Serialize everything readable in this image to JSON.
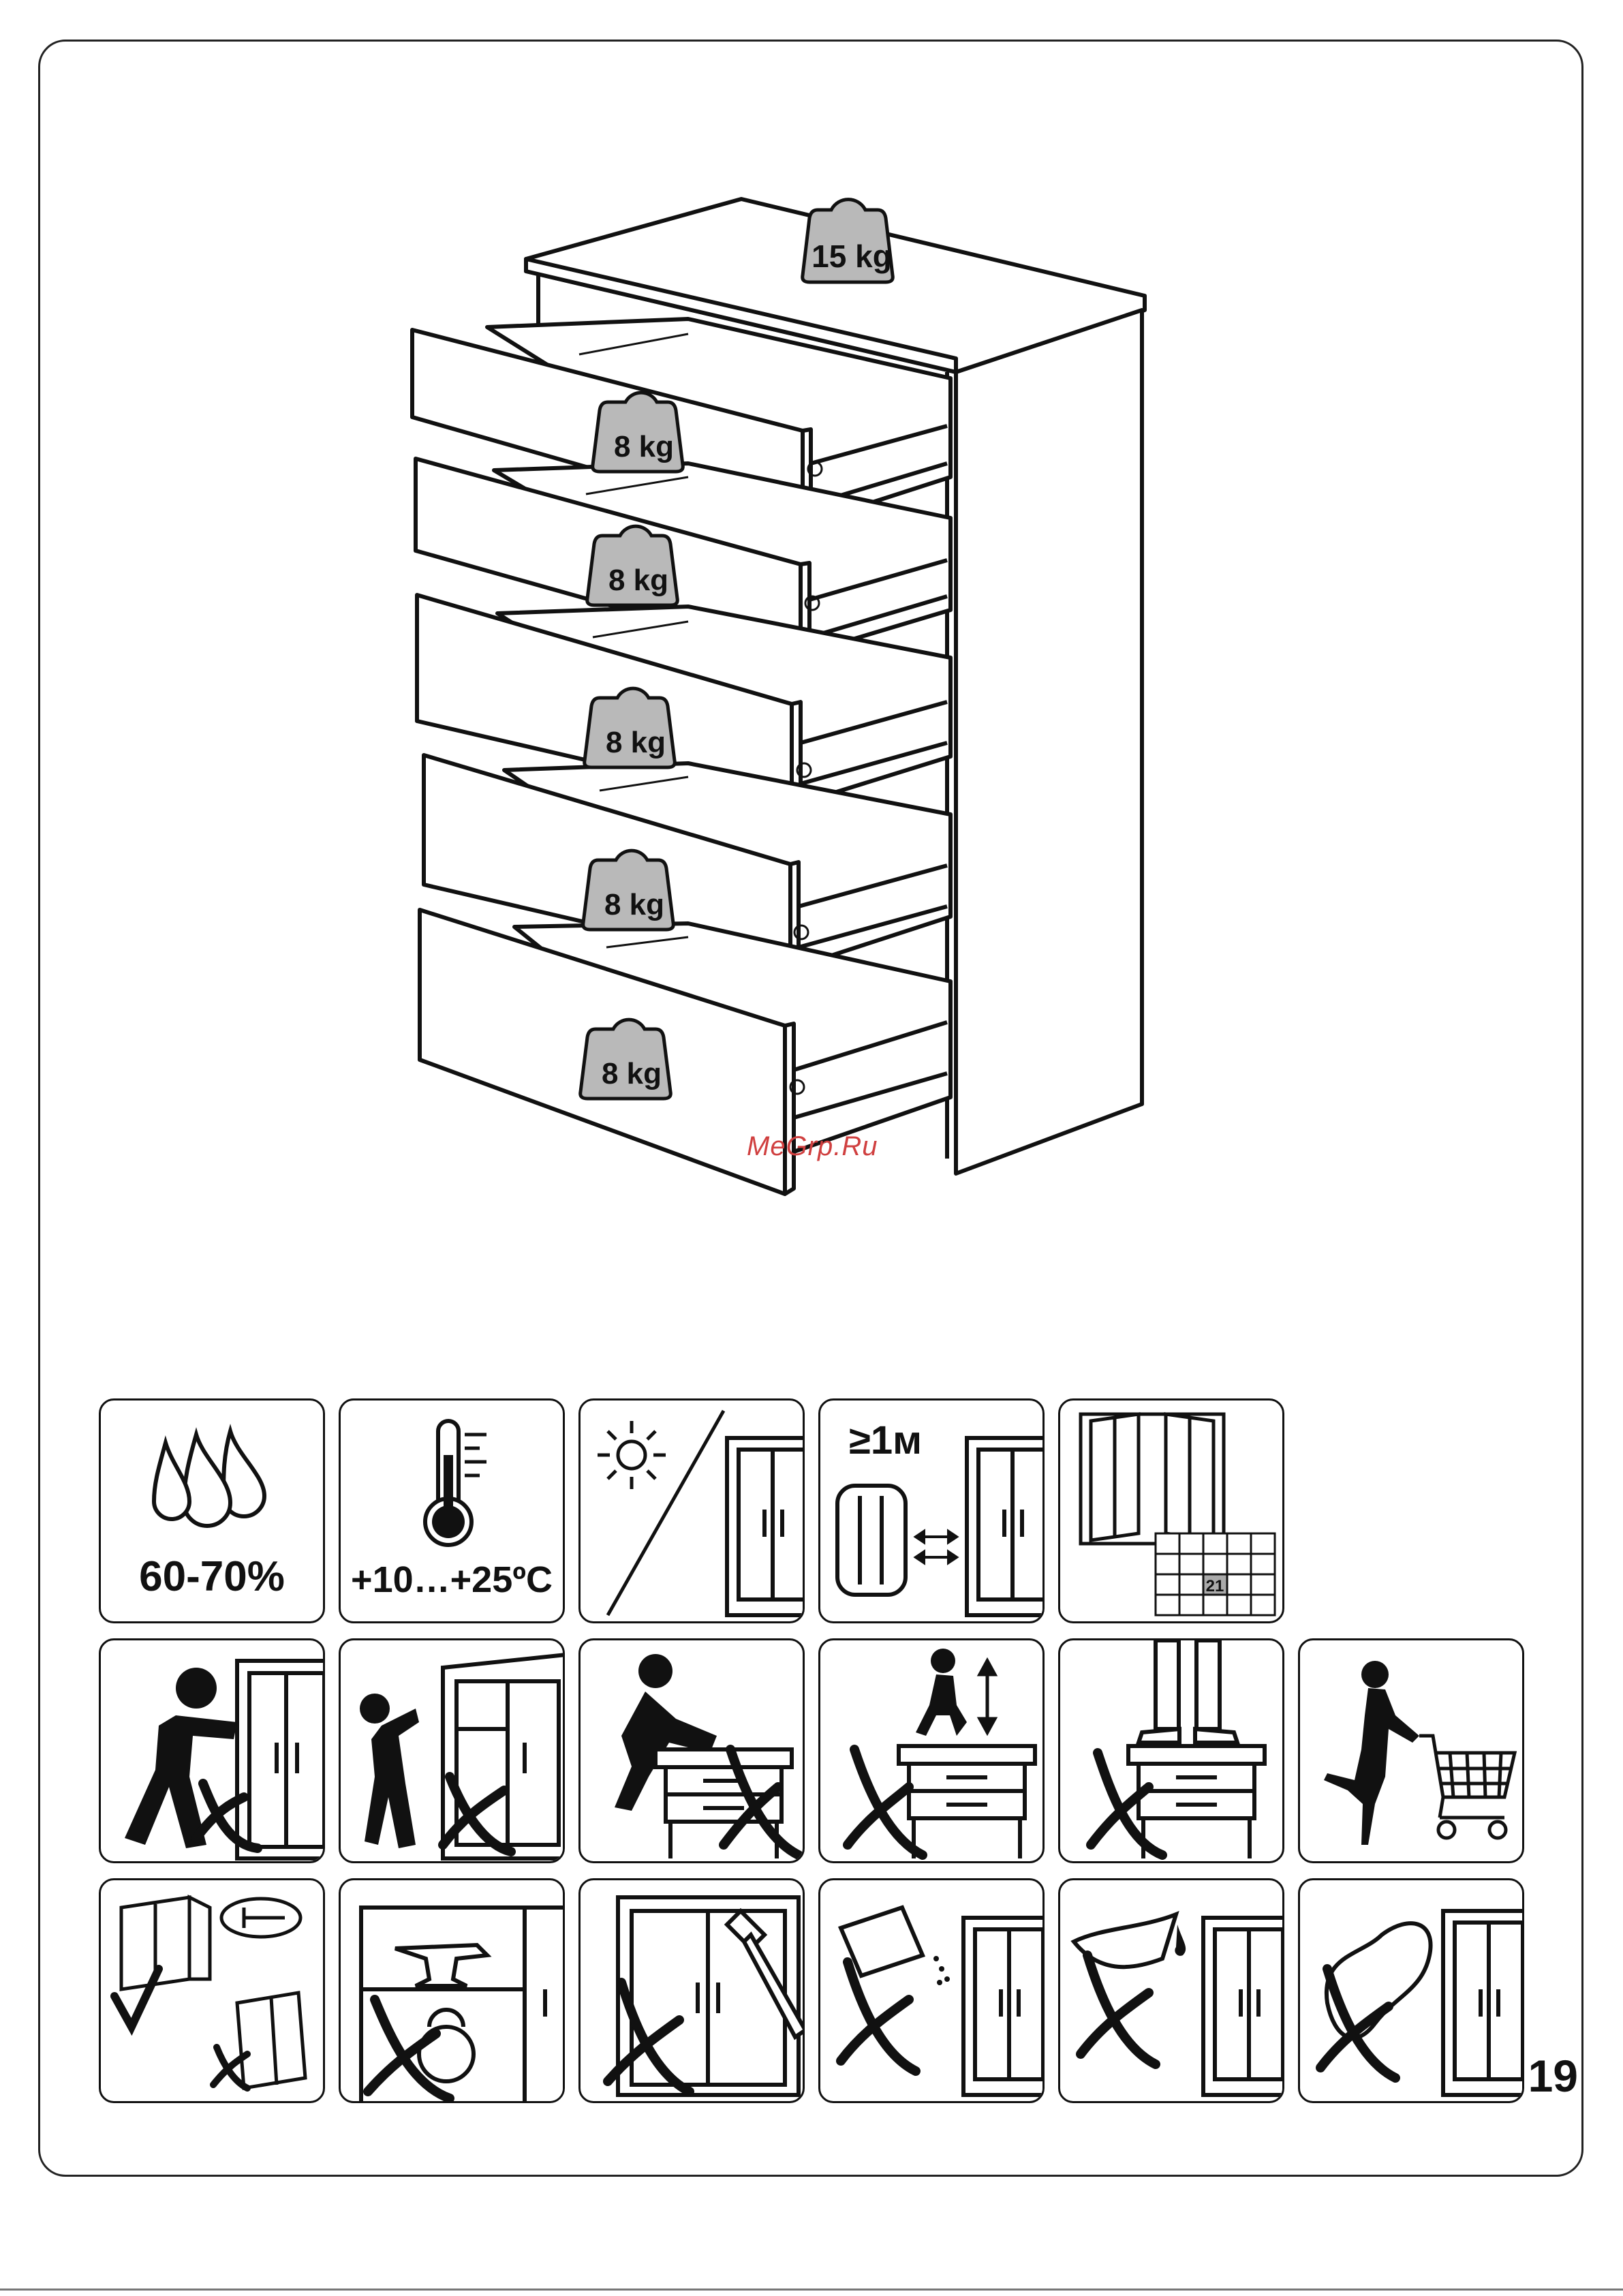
{
  "dresser": {
    "top_load": "15 kg",
    "drawer_loads": [
      "8 kg",
      "8 kg",
      "8 kg",
      "8 kg",
      "8 kg"
    ]
  },
  "watermark": "MeGrp.Ru",
  "icons": {
    "humidity": {
      "icon": "water-drops-icon",
      "caption": "60-70%"
    },
    "temperature": {
      "icon": "thermometer-icon",
      "caption": "+10…+25ºC"
    },
    "no_sunlight": {
      "icon": "sun-icon"
    },
    "heater_distance": {
      "icon": "radiator-icon",
      "caption": "≥1м"
    },
    "airing": {
      "icon": "open-window-icon",
      "calendar_day": "21"
    },
    "no_push": {
      "icon": "person-pushing-icon"
    },
    "no_tilt": {
      "icon": "person-tilting-icon"
    },
    "no_sit": {
      "icon": "person-sitting-icon"
    },
    "no_jump": {
      "icon": "person-jumping-icon"
    },
    "no_stand": {
      "icon": "legs-standing-icon"
    },
    "shopping": {
      "icon": "shopping-cart-icon"
    },
    "wall_fix": {
      "icon": "wall-anchor-icon"
    },
    "no_heavy": {
      "icon": "anvil-kettlebell-icon"
    },
    "no_hammer": {
      "icon": "hammer-icon"
    },
    "no_abrasive": {
      "icon": "abrasive-sponge-icon"
    },
    "no_chemicals": {
      "icon": "chemical-drop-icon"
    },
    "no_wet_cloth": {
      "icon": "wet-cloth-icon"
    }
  },
  "page": {
    "number": "19"
  }
}
